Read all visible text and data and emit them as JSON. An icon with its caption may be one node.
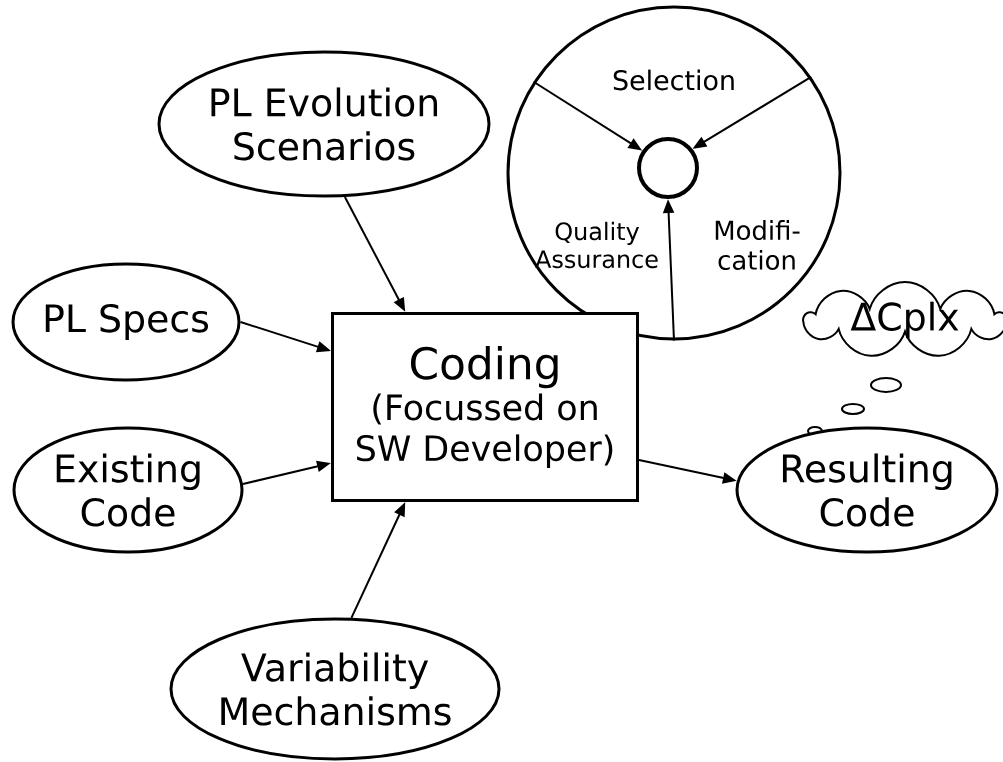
{
  "diagram": {
    "nodes": [
      {
        "text": [],
        "shape": "circle"
      },
      {
        "text": [],
        "shape": "circle",
        "in": 0
      },
      {
        "text": [
          "PL Evolution Scenarios"
        ]
      },
      {
        "text": [
          "ΔCplx"
        ]
      },
      {
        "text": [
          "PL Specs"
        ]
      },
      {
        "text": [
          "Coding",
          "(Focussed on SW Developer)"
        ]
      },
      {
        "text": [
          "Existing Code"
        ]
      },
      {
        "text": [
          "Resulting Code"
        ]
      },
      {
        "text": [
          "Variability Mechanisms"
        ]
      }
    ],
    "edges": [
      {
        "from": 2,
        "to": 5,
        "arrow": "to"
      },
      {
        "from": 4,
        "to": 5,
        "arrow": "to"
      },
      {
        "from": 6,
        "to": 5,
        "arrow": "to"
      },
      {
        "from": 8,
        "to": 5,
        "arrow": "to"
      },
      {
        "from": 5,
        "to": 7,
        "arrow": "to"
      },
      {
        "from": 0,
        "to": 1,
        "arrow": "to"
      },
      {
        "from": 0,
        "to": 1,
        "arrow": "to"
      },
      {
        "from": 0,
        "to": 1,
        "arrow": "to"
      }
    ],
    "labels": [
      "Selection",
      "Quality Assurance",
      "Modifi- cation"
    ]
  }
}
